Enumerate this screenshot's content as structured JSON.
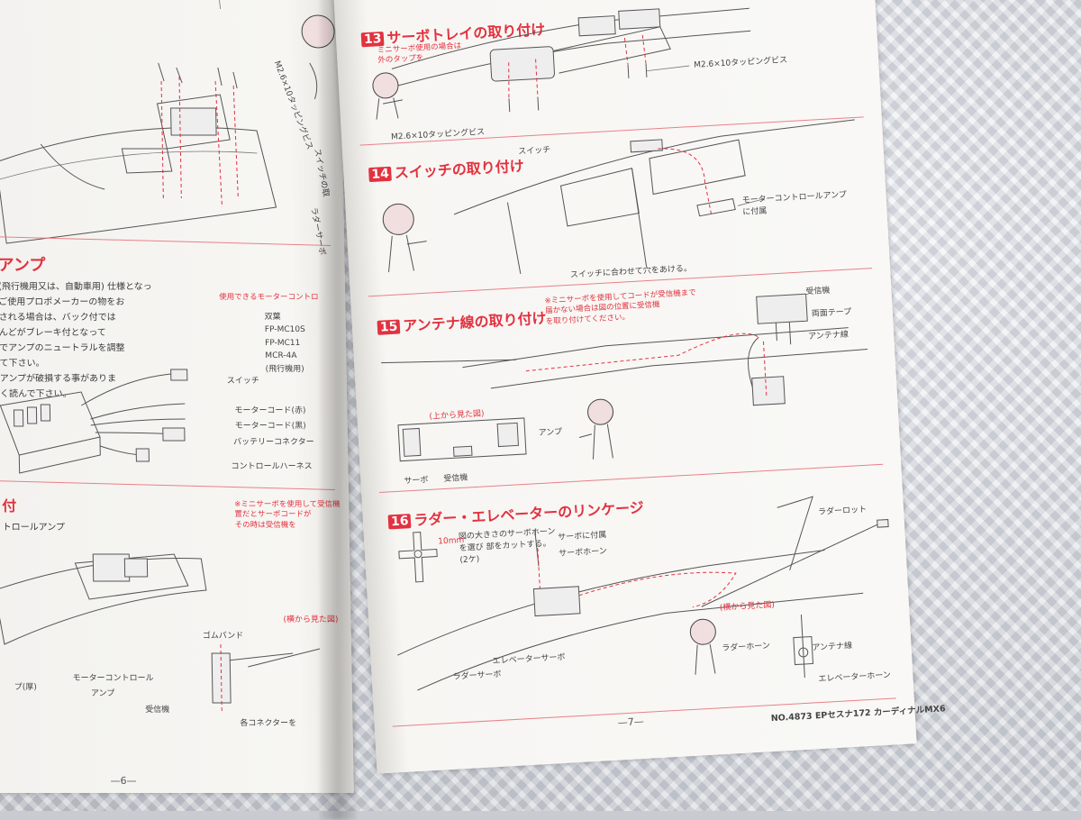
{
  "left_page": {
    "heading": "アンプ",
    "body_lines": [
      "(飛行機用又は、自動車用) 仕様となっ",
      "ご使用プロポメーカーの物をお",
      "される場合は、バック付では",
      "んどがブレーキ付となって",
      "でアンプのニュートラルを調整",
      "て下さい。",
      "アンプが破損する事がありま",
      "く読んで下さい。"
    ],
    "note_title": "使用できるモーターコントロ",
    "note_items": [
      "FP-MC10S",
      "FP-MC11",
      "MCR-4A"
    ],
    "note_prefix": "双葉",
    "note_suffix": "(飛行機用)",
    "labels": {
      "switch": "スイッチ",
      "motor_cord_red": "モーターコード(赤)",
      "motor_cord_black": "モーターコード(黒)",
      "battery_connector": "バッテリーコネクター",
      "control_harness": "コントロールハーネス",
      "rudder_servo": "ラダーサーボ",
      "switch_mount": "スイッチの取",
      "m26_screw": "M2.6×10タッピングビス"
    },
    "bottom_heading": "付",
    "bottom_sub": "トロールアンプ",
    "bottom_note_1": "※ミニサーボを使用して受信機",
    "bottom_note_2": "置だとサーボコードが",
    "bottom_note_3": "その時は受信機を",
    "top_view_label": "(横から見た図)",
    "rubber_band": "ゴムバンド",
    "motor_control_amp": "モーターコントロール",
    "amp": "アンプ",
    "receiver": "受信機",
    "tape": "プ(厚)",
    "connector_note": "各コネクターを",
    "page_number": "—6—"
  },
  "right_page": {
    "sections": [
      {
        "number": "13",
        "title": "サーボトレイの取り付け",
        "note_1": "ミニサーボ使用の場合は",
        "note_2": "外のタップを",
        "label_screw_1": "M2.6×10タッピングビス",
        "label_screw_2": "M2.6×10タッピングビス"
      },
      {
        "number": "14",
        "title": "スイッチの取り付け",
        "label_switch": "スイッチ",
        "label_amp": "モーターコントロールアンプ",
        "label_attached": "に付属",
        "label_hole": "スイッチに合わせて穴をあける。"
      },
      {
        "number": "15",
        "title": "アンテナ線の取り付け",
        "note_1": "※ミニサーボを使用してコードが受信機まで",
        "note_2": "届かない場合は図の位置に受信機",
        "note_3": "を取り付けてください。",
        "label_receiver": "受信機",
        "label_tape": "両面テープ",
        "label_antenna": "アンテナ線",
        "top_view": "(上から見た図)",
        "label_amp": "アンプ",
        "label_servo": "サーボ",
        "label_receiver_2": "受信機"
      },
      {
        "number": "16",
        "title": "ラダー・エレベーターのリンケージ",
        "note_1": "図の大きさのサーボホーン",
        "note_2": "を選び  部をカットする。",
        "note_3": "(2ケ)",
        "dim": "10mm",
        "label_attached": "サーボに付属",
        "label_horn": "サーボホーン",
        "label_rudder_rod": "ラダーロット",
        "label_side_view": "(横から見た図)",
        "label_rudder_horn": "ラダーホーン",
        "label_antenna": "アンテナ線",
        "label_elev_servo": "エレベーターサーボ",
        "label_rudder_servo": "ラダーサーボ",
        "label_elev_horn": "エレベーターホーン"
      }
    ],
    "page_number": "—7—",
    "footer": "NO.4873 EPセスナ172 カーディナルMX6"
  },
  "colors": {
    "accent_red": "#e2323f",
    "paper": "#f7f6f3",
    "line": "#555555"
  }
}
